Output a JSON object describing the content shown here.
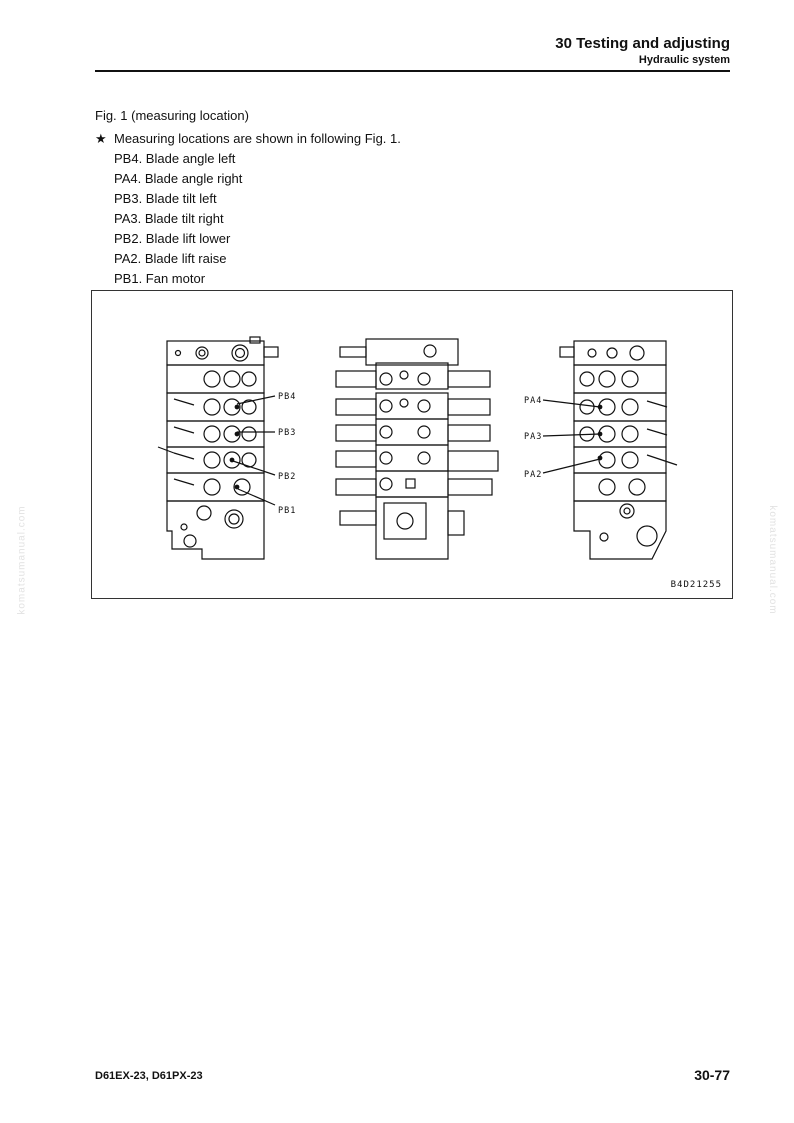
{
  "header": {
    "title": "30 Testing and adjusting",
    "subtitle": "Hydraulic system"
  },
  "figure_caption": "Fig. 1 (measuring location)",
  "note": {
    "bullet": "★",
    "text": "Measuring locations are shown in following Fig. 1."
  },
  "locations": [
    "PB4. Blade angle left",
    "PA4. Blade angle right",
    "PB3. Blade tilt left",
    "PA3. Blade tilt right",
    "PB2. Blade lift lower",
    "PA2. Blade lift raise",
    "PB1. Fan motor"
  ],
  "figure": {
    "left_labels": [
      "PB4",
      "PB3",
      "PB2",
      "PB1"
    ],
    "right_labels": [
      "PA4",
      "PA3",
      "PA2"
    ],
    "code": "B4D21255"
  },
  "watermark": "komatsumanual.com",
  "footer": {
    "model": "D61EX-23, D61PX-23",
    "page": "30-77"
  }
}
